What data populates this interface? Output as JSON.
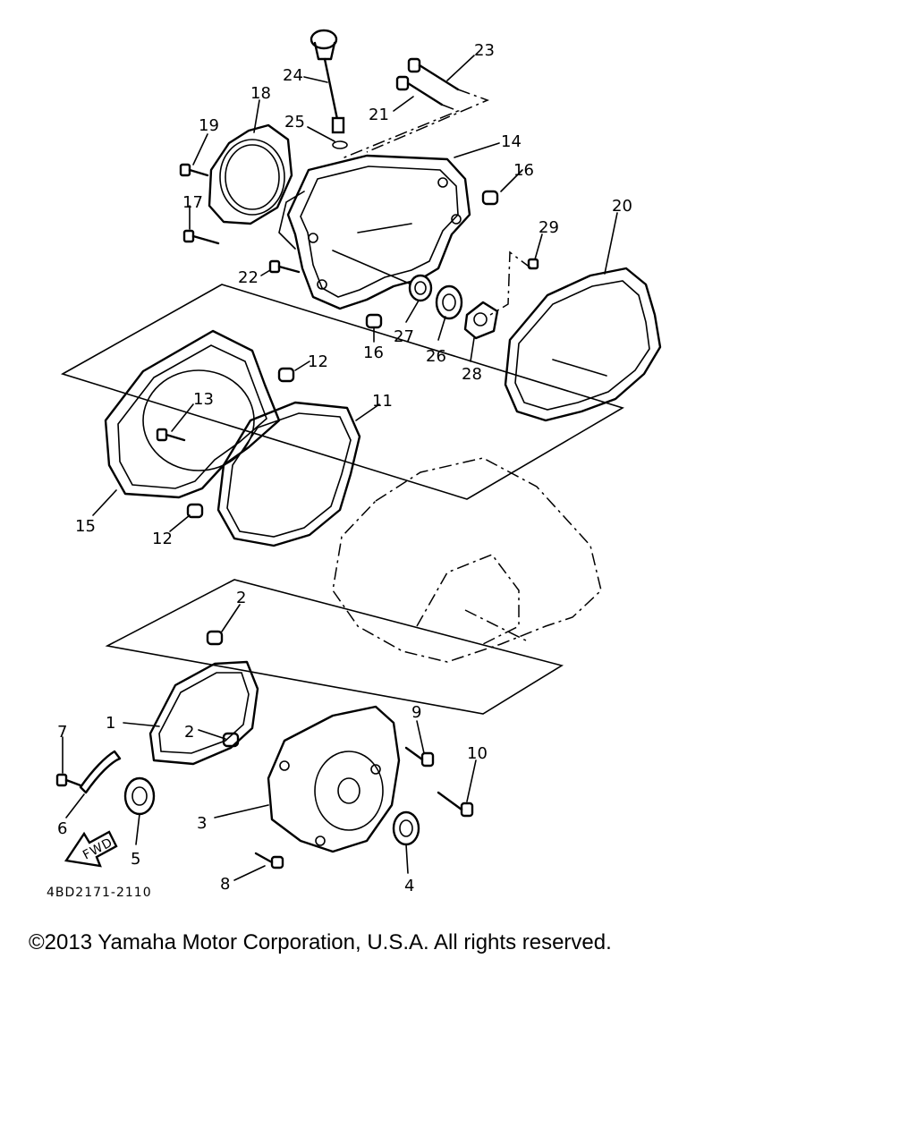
{
  "diagram": {
    "part_numbers": [
      "1",
      "2",
      "2",
      "3",
      "4",
      "5",
      "6",
      "7",
      "8",
      "9",
      "10",
      "11",
      "12",
      "12",
      "13",
      "14",
      "15",
      "16",
      "16",
      "17",
      "18",
      "19",
      "20",
      "21",
      "22",
      "23",
      "24",
      "25",
      "26",
      "27",
      "28",
      "29"
    ],
    "fwd_label": "FWD",
    "drawing_code": "4BD2171-2110"
  },
  "footer": {
    "copyright": "©2013 Yamaha Motor Corporation, U.S.A. All rights reserved."
  }
}
